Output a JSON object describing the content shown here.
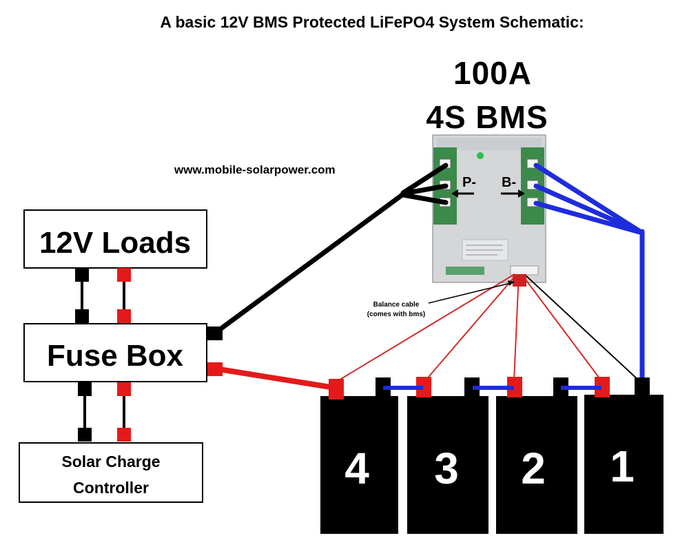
{
  "title": "A basic 12V BMS Protected LiFePO4 System Schematic:",
  "website": "www.mobile-solarpower.com",
  "bms": {
    "line1": "100A",
    "line2": "4S BMS",
    "p_label": "P-",
    "b_label": "B-"
  },
  "balance_note": {
    "line1": "Balance cable",
    "line2": "(comes with bms)"
  },
  "boxes": {
    "loads": "12V Loads",
    "fuse": "Fuse Box",
    "controller_line1": "Solar Charge",
    "controller_line2": "Controller"
  },
  "cells": [
    "4",
    "3",
    "2",
    "1"
  ],
  "colors": {
    "positive": "#e41a1a",
    "negative": "#000000",
    "bus_bar": "#1e2cdc",
    "balance_wire": "#d42a2a",
    "bms_board": "#d4d6d8",
    "bms_pcb": "#3c8a4a",
    "cell_body": "#000000"
  },
  "icons": [
    "arrow-right-icon",
    "arrow-left-icon"
  ]
}
